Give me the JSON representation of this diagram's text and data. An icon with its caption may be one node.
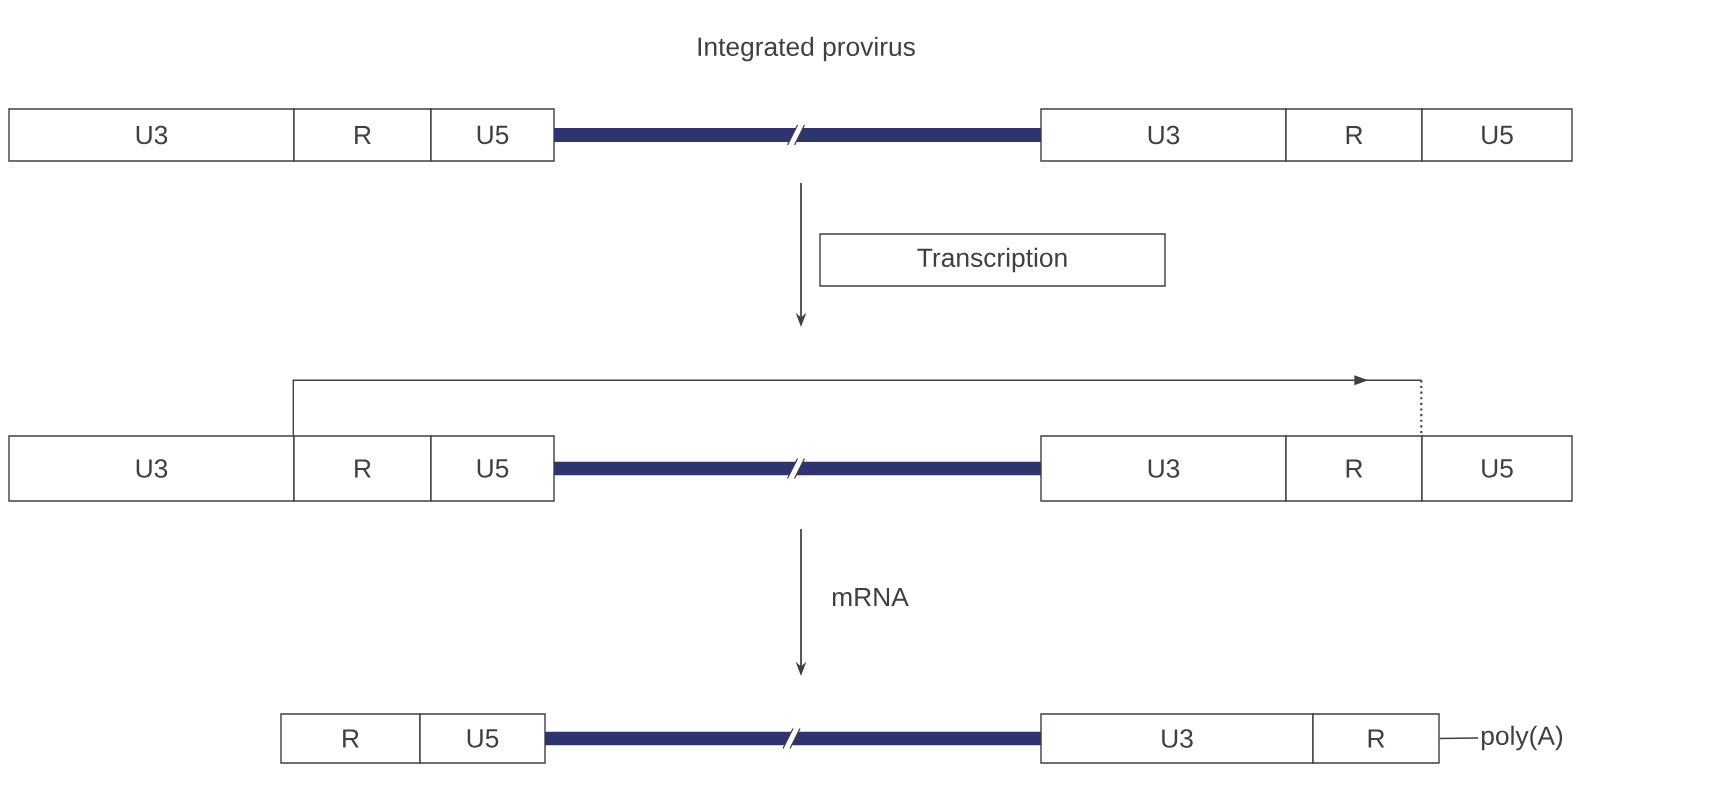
{
  "diagram": {
    "title": "Integrated provirus",
    "nodes": [
      {
        "text": [
          "U3"
        ]
      },
      {
        "text": [
          "R"
        ]
      },
      {
        "text": [
          "U5"
        ]
      },
      {
        "text": [],
        "shape": "bar"
      },
      {
        "text": [
          "U3"
        ]
      },
      {
        "text": [
          "R"
        ]
      },
      {
        "text": [
          "U5"
        ]
      },
      {
        "text": [
          "Transcription"
        ]
      },
      {
        "text": [
          "U3"
        ]
      },
      {
        "text": [
          "R"
        ]
      },
      {
        "text": [
          "U5"
        ]
      },
      {
        "text": [],
        "shape": "bar"
      },
      {
        "text": [
          "U3"
        ]
      },
      {
        "text": [
          "R"
        ]
      },
      {
        "text": [
          "U5"
        ]
      },
      {
        "text": [
          "R"
        ]
      },
      {
        "text": [
          "U5"
        ]
      },
      {
        "text": [],
        "shape": "bar"
      },
      {
        "text": [
          "U3"
        ]
      },
      {
        "text": [
          "R"
        ]
      },
      {
        "text": [
          "poly(A)"
        ]
      }
    ],
    "edges": [
      {
        "from": 9,
        "to": 14,
        "arrow": "to"
      },
      {
        "from": 19,
        "to": 20,
        "arrow": "none"
      }
    ],
    "labels": [
      "mRNA"
    ]
  }
}
